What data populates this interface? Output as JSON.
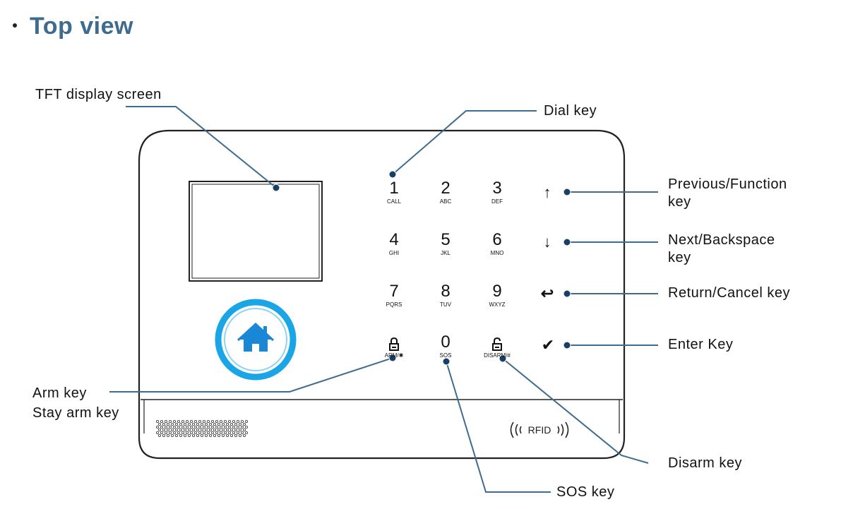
{
  "title": "Top view",
  "labels": {
    "tft": "TFT display screen",
    "dial": "Dial key",
    "previous": [
      "Previous/Function",
      "key"
    ],
    "next": [
      "Next/Backspace",
      "key"
    ],
    "return": "Return/Cancel key",
    "enter": "Enter Key",
    "arm": [
      "Arm key",
      "Stay arm key"
    ],
    "disarm": "Disarm key",
    "sos": "SOS key"
  },
  "keypad": [
    {
      "digit": "1",
      "sub": "CALL"
    },
    {
      "digit": "2",
      "sub": "ABC"
    },
    {
      "digit": "3",
      "sub": "DEF"
    },
    {
      "digit": "4",
      "sub": "GHI"
    },
    {
      "digit": "5",
      "sub": "JKL"
    },
    {
      "digit": "6",
      "sub": "MNO"
    },
    {
      "digit": "7",
      "sub": "PQRS"
    },
    {
      "digit": "8",
      "sub": "TUV"
    },
    {
      "digit": "9",
      "sub": "WXYZ"
    },
    {
      "digit": "",
      "sub": "ARM/✱",
      "icon": "lock-closed-icon"
    },
    {
      "digit": "0",
      "sub": "SOS"
    },
    {
      "digit": "",
      "sub": "DISARM/#",
      "icon": "lock-open-icon"
    }
  ],
  "function_keys": [
    {
      "icon": "arrow-up-icon",
      "glyph": "↑"
    },
    {
      "icon": "arrow-down-icon",
      "glyph": "↓"
    },
    {
      "icon": "return-icon",
      "glyph": "↩"
    },
    {
      "icon": "check-icon",
      "glyph": "✔"
    }
  ],
  "rfid_label": "RFID",
  "colors": {
    "title": "#3f6c8e",
    "leader_line": "#3f6c8e",
    "home_ring": "#1aa6e6",
    "home_icon": "#1a86d6"
  }
}
